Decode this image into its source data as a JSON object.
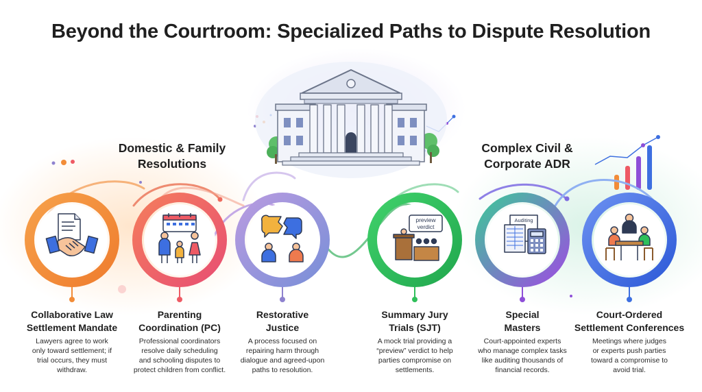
{
  "title": "Beyond the Courtroom: Specialized Paths to Dispute Resolution",
  "sections": {
    "domestic": {
      "line1": "Domestic & Family",
      "line2": "Resolutions"
    },
    "civil": {
      "line1": "Complex Civil &",
      "line2": "Corporate ADR"
    }
  },
  "preview_sign": {
    "line1": "preview",
    "line2": "verdict"
  },
  "auditing_label": "Auditing",
  "items": [
    {
      "title1": "Collaborative Law",
      "title2": "Settlement Mandate",
      "desc": "Lawyers agree to work\nonly toward settlement; if\ntrial occurs, they must\nwithdraw.",
      "color": "#F28C38",
      "icon": "handshake-icon"
    },
    {
      "title1": "Parenting",
      "title2": "Coordination (PC)",
      "desc": "Professional coordinators\nresolve daily scheduling\nand schooling disputes to\nprotect children from conflict.",
      "color": "#EE5A64",
      "icon": "family-calendar-icon"
    },
    {
      "title1": "Restorative",
      "title2": "Justice",
      "desc": "A process focused on\nrepairing harm through\ndialogue and agreed-upon\npaths to resolution.",
      "color": "#8E82CF",
      "icon": "broken-speech-bubbles-icon"
    },
    {
      "title1": "Summary Jury",
      "title2": "Trials (SJT)",
      "desc": "A mock trial providing a\n“preview” verdict to help\nparties compromise on\nsettlements.",
      "color": "#2FBF5A",
      "icon": "mock-trial-icon"
    },
    {
      "title1": "Special",
      "title2": "Masters",
      "desc": "Court-appointed experts\nwho manage complex tasks\nlike auditing thousands of\nfinancial records.",
      "color": "#8E4FD8",
      "icon": "auditing-calculator-icon"
    },
    {
      "title1": "Court-Ordered",
      "title2": "Settlement Conferences",
      "desc": "Meetings where judges\nor experts push parties\ntoward a compromise to\navoid trial.",
      "color": "#3D6FE0",
      "icon": "conference-table-icon"
    }
  ]
}
